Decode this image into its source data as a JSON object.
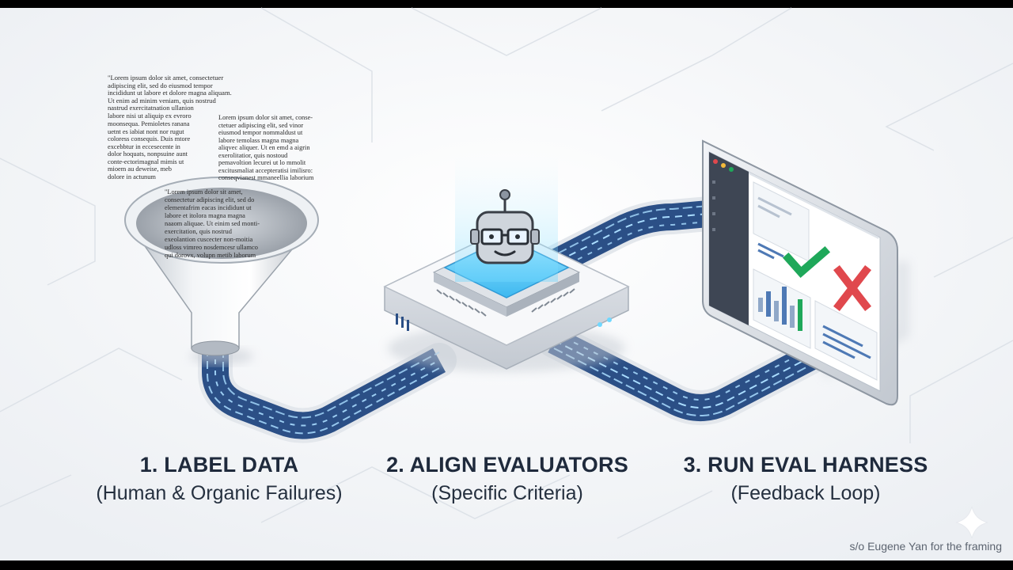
{
  "texts": {
    "lorem_top": "\"Lorem ipsum dolor sit amet, consectetuer\nadipiscing elit, sed do eiusmod tempor\nincididunt ut labore et dolore magna aliquam.\nUt enim ad minim veniam, quis nostrud\nnastrud exercitatnation ullanion\nlabore nisi ut aliquip ex evroro",
    "lorem_left": "moonsequa. Pemioletes ranana\nuetnt es iabiat nont nor rugut\ncoloress consequis. Duis mtore\nexcebbtur in eccesecente in\ndolor hoquats, nonpsuine aunt\nconte-ectorimagnal mimis ut\nmioem au deweise, meb\ndolore in actunum",
    "lorem_right": "Lorem ipsum dolor sit amet, conse-\nctetuer adipiscing elit, sed vinor\neiusmod tempor nommaldust ut\nlabore temolass magna magna\naliqvec aliquer. Ut en emd a aigrin\nexerolitatior, quis nostoud\npemavoltion lecurei ut lo mmolit\nexcitusmaliat accepteratisi imilisro:\nconseqvianest mmaneellia laborium",
    "lorem_funnel": "\"Lorem ipsum dolor sit amet,\nconsectetur adipiscing elit, sed do\nelementafrim eacas incididunt ut\nlabore et itolora magna magna\nnaaom aliquae. Ut einim sed monti-\nexercitation, quis nostrud\nexeolantion cuscecter non-moitia\nudloss vimreo nosdemcesr ullamco\nqui dorovx, volupn metib laborum"
  },
  "steps": [
    {
      "title": "1. LABEL DATA",
      "subtitle": "(Human & Organic Failures)"
    },
    {
      "title": "2. ALIGN EVALUATORS",
      "subtitle": "(Specific Criteria)"
    },
    {
      "title": "3. RUN EVAL HARNESS",
      "subtitle": "(Feedback Loop)"
    }
  ],
  "credit": "s/o Eugene Yan for the framing",
  "icons": [
    "funnel-icon",
    "robot-icon",
    "chip-icon",
    "monitor-icon",
    "check-icon",
    "cross-icon",
    "sparkle-icon"
  ],
  "colors": {
    "pipe": "#2b4f86",
    "pipe_glow": "#a9dcff",
    "chip_glow": "#5fd2ff",
    "check": "#1fa85a",
    "cross": "#e0484d",
    "title_text": "#1f2a3c"
  }
}
